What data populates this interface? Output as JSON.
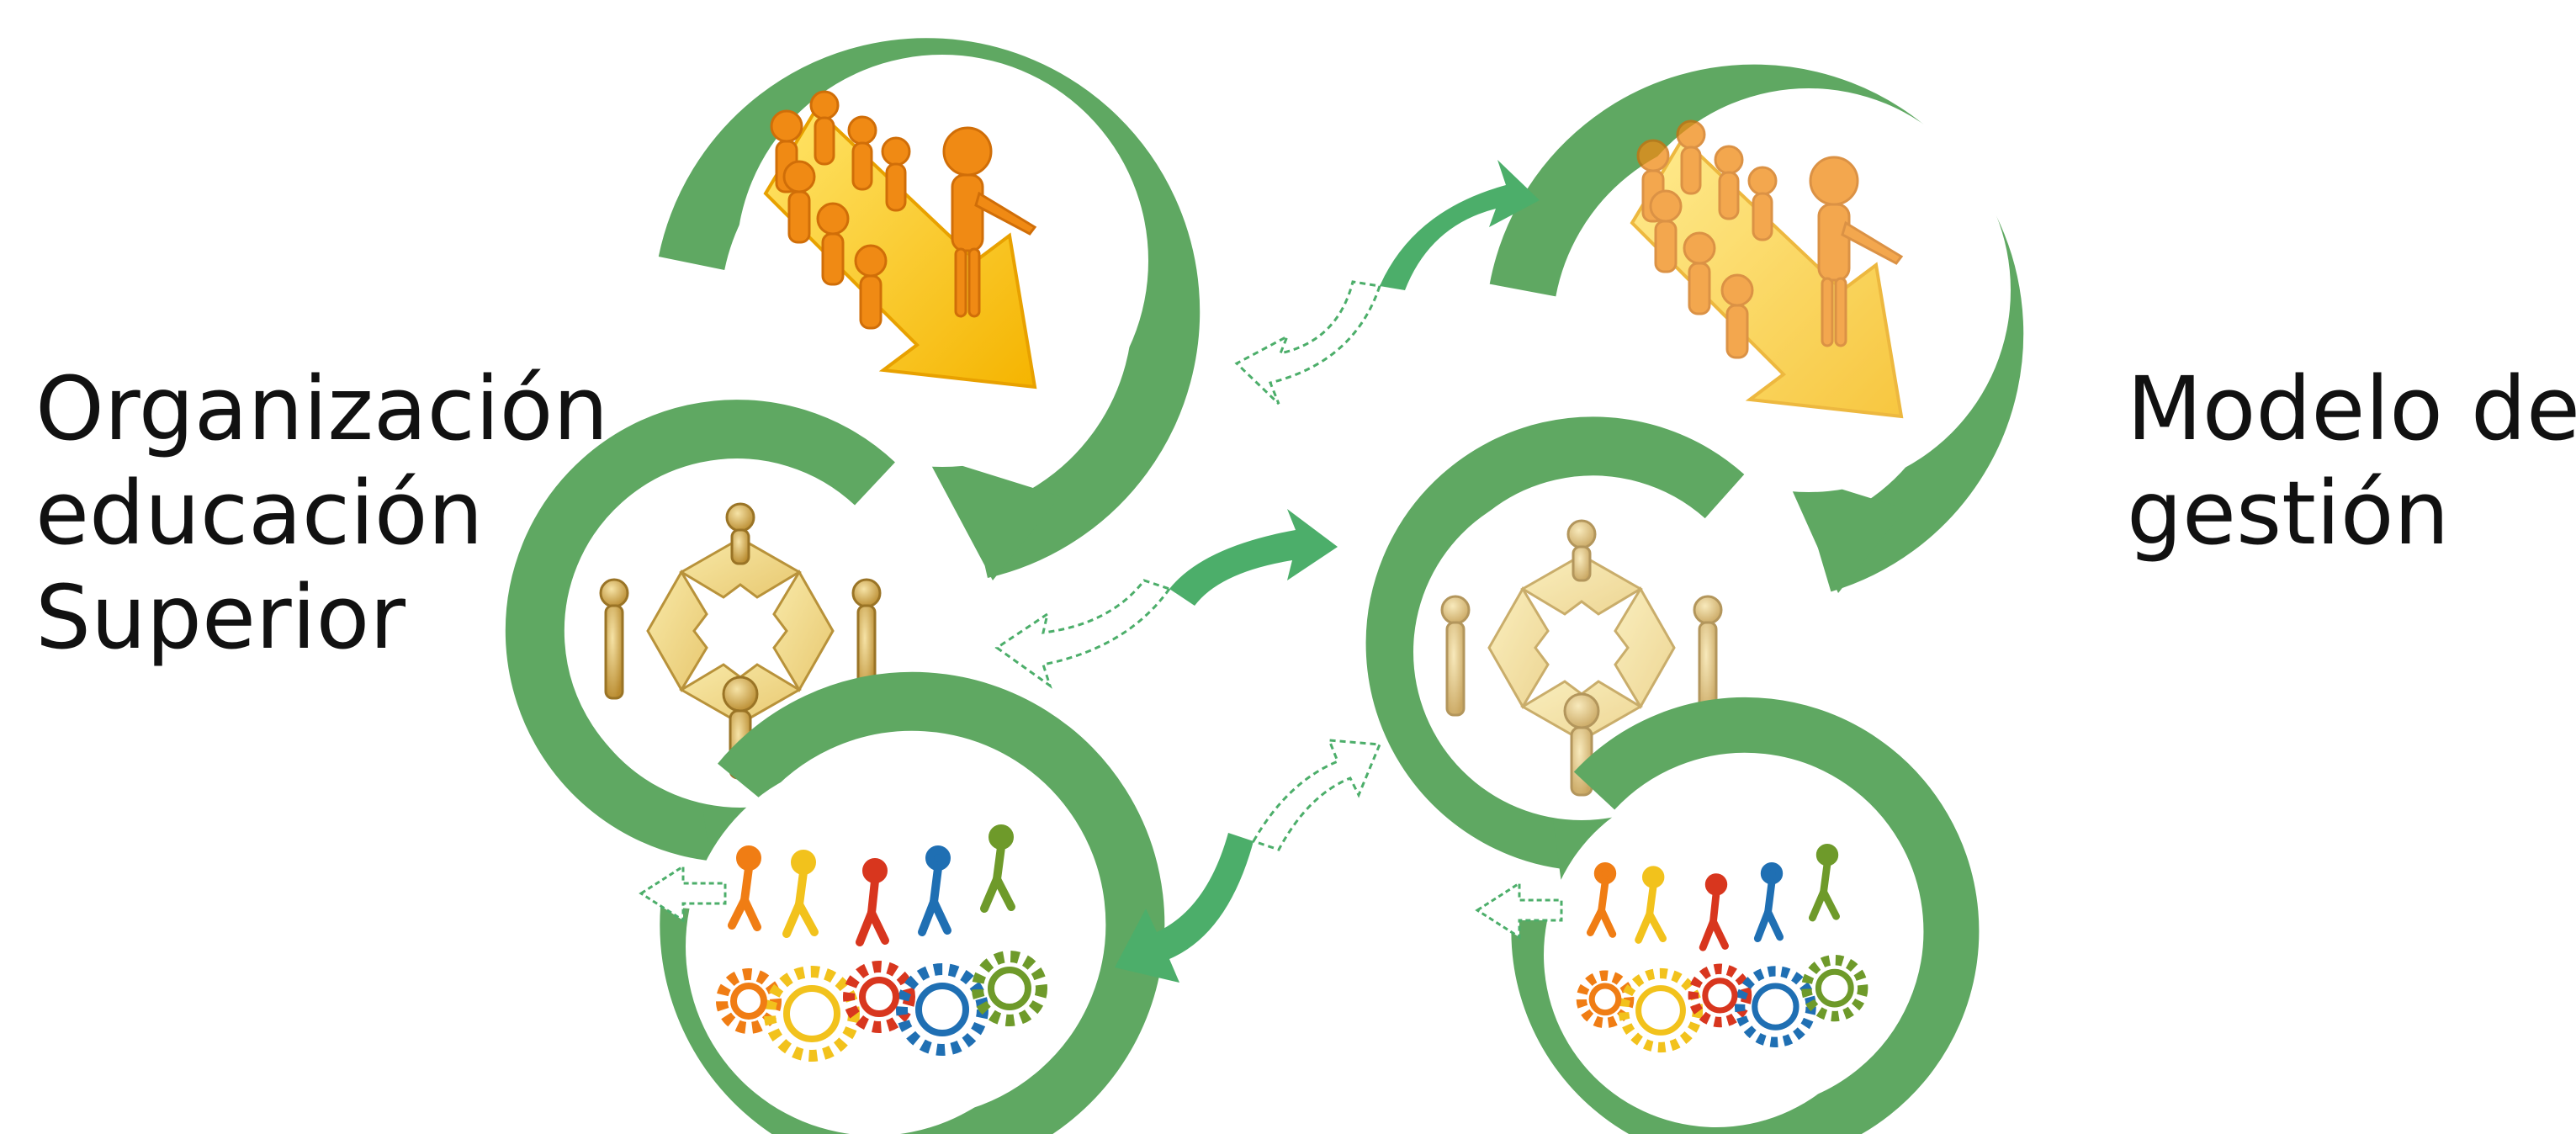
{
  "left_label": {
    "line1": "Organización",
    "line2": "educación",
    "line3": "Superior"
  },
  "right_label": {
    "line1": "Modelo de",
    "line2": "gestión"
  },
  "icons": {
    "top": "leader-group-arrow-icon",
    "middle": "puzzle-team-icon",
    "bottom": "gears-runners-icon"
  },
  "colors": {
    "cycle_arrow": "#5fa862",
    "link_arrow": "#4cae6a",
    "background": "#ffffff",
    "text": "#111111"
  }
}
